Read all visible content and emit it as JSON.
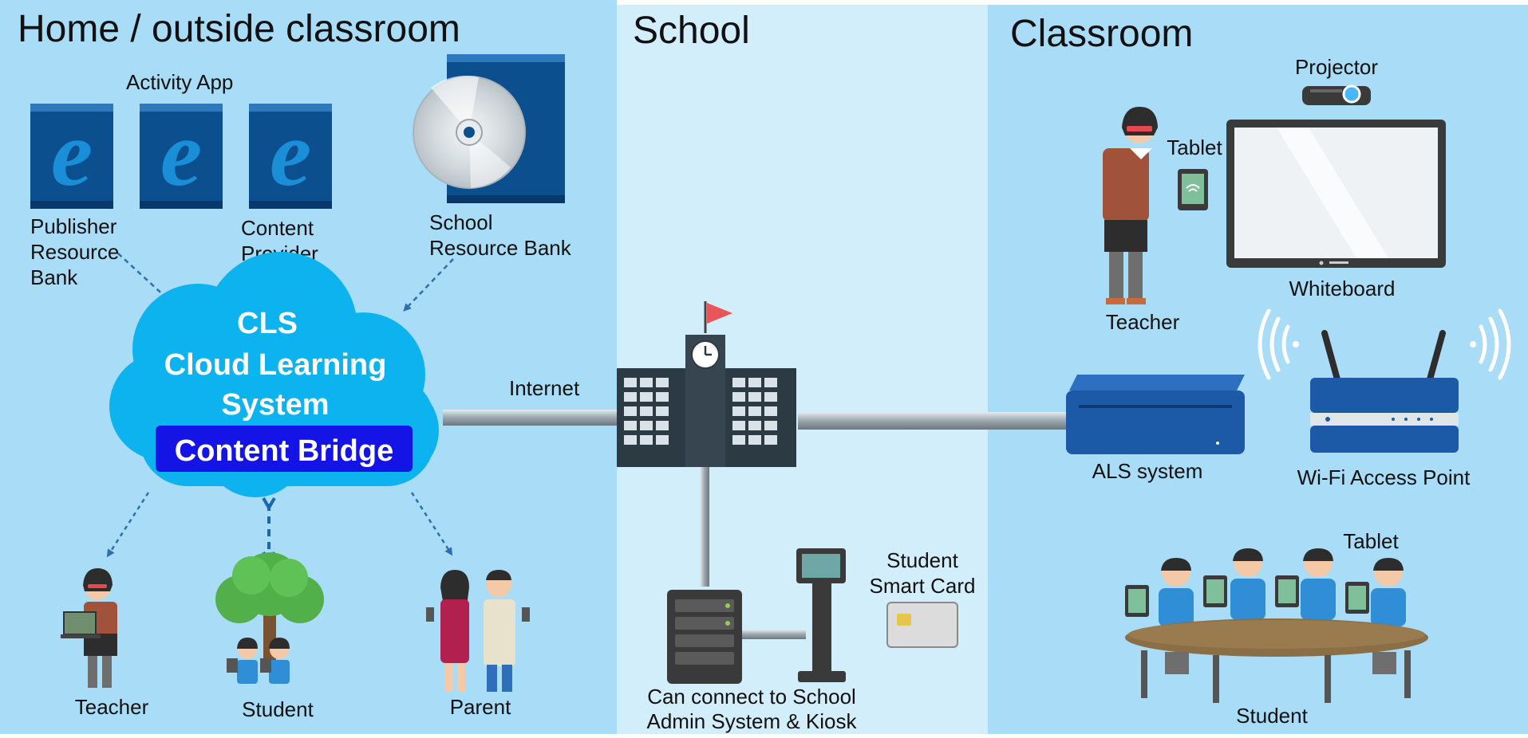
{
  "sections": {
    "home": "Home / outside classroom",
    "school": "School",
    "classroom": "Classroom"
  },
  "home": {
    "activity_app": "Activity App",
    "publisher_bank": [
      "Publisher",
      "Resource",
      "Bank"
    ],
    "content_provider": [
      "Content",
      "Provider"
    ],
    "school_resource_bank": [
      "School",
      "Resource Bank"
    ],
    "cloud": [
      "CLS",
      "Cloud Learning",
      "System"
    ],
    "content_bridge": "Content Bridge",
    "teacher": "Teacher",
    "student": "Student",
    "parent": "Parent",
    "internet": "Internet",
    "book_letter": "e"
  },
  "school": {
    "admin": [
      "Can connect to School",
      "Admin System & Kiosk"
    ],
    "smart_card": [
      "Student",
      "Smart Card"
    ]
  },
  "classroom": {
    "projector": "Projector",
    "tablet_teacher": "Tablet",
    "whiteboard": "Whiteboard",
    "teacher": "Teacher",
    "als": "ALS system",
    "wifi": "Wi-Fi Access Point",
    "tablet_students": "Tablet",
    "students": "Student"
  },
  "colors": {
    "panel_left": "#a9dcf6",
    "panel_mid": "#d3eefb",
    "panel_right": "#a9dcf6",
    "cloud": "#0db3ee",
    "content_bridge": "#1414e6",
    "book_blue": "#0b4f8f",
    "dashed_arrow": "#2a6fb0",
    "cable": "#8f9aa3"
  }
}
